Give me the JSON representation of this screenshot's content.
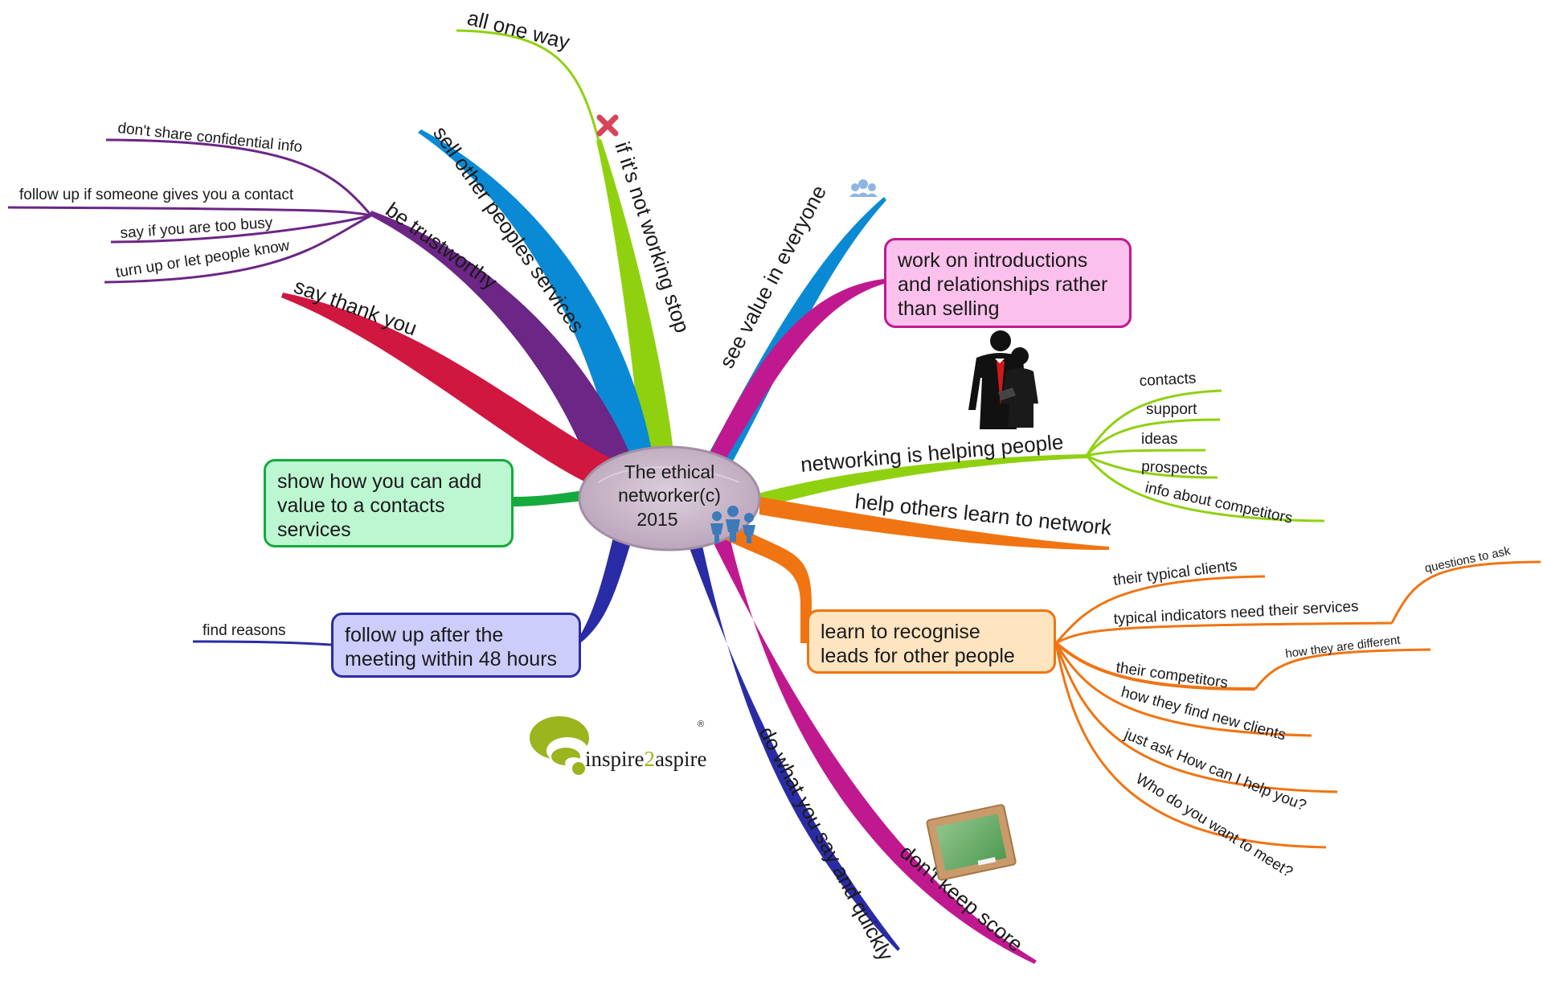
{
  "center": {
    "lines": [
      "The ethical",
      "networker(c)",
      "2015"
    ]
  },
  "branches": {
    "all_one_way": "all one way",
    "not_working": "if it's not working stop",
    "sell_services": "sell other peoples services",
    "trustworthy": "be trustworthy",
    "say_thank_you": "say thank you",
    "see_value": "see value in everyone",
    "networking_helping": "networking is helping people",
    "help_learn": "help others learn to network",
    "do_what_say": "do what you say and quickly",
    "dont_keep_score": "don't keep score"
  },
  "trust_items": [
    "don't share confidential info",
    "follow up if someone gives you a contact",
    "say if you are too busy",
    "turn up or let people know"
  ],
  "helping_items": [
    "contacts",
    "support",
    "ideas",
    "prospects",
    "info about competitors"
  ],
  "boxes": {
    "intro": [
      "work on introductions",
      "and relationships rather",
      "than selling"
    ],
    "value": [
      "show how you can add",
      "value to a contacts",
      "services"
    ],
    "follow": [
      "follow up after the",
      "meeting within 48 hours"
    ],
    "leads": [
      "learn to recognise",
      "leads for other people"
    ]
  },
  "follow_items": [
    "find reasons"
  ],
  "leads_items": {
    "typical_clients": "their typical clients",
    "indicators": "typical indicators need their services",
    "questions": "questions to ask",
    "competitors": "their competitors",
    "different": "how they are different",
    "find_clients": "how they find new clients",
    "just_ask": "just ask How can I help you?",
    "who_meet": "Who do you want to meet?"
  },
  "logo": {
    "part1": "inspire",
    "part2": "2",
    "part3": "aspire",
    "mark": "®"
  },
  "colors": {
    "lime": "#8fd10f",
    "blue": "#0a8ad4",
    "purple": "#6b2686",
    "crimson": "#d0173f",
    "green": "#14aa3c",
    "navy": "#2a2ca5",
    "magenta": "#c0198f",
    "orange": "#f07412",
    "center_fill": "#cbb7cb"
  }
}
